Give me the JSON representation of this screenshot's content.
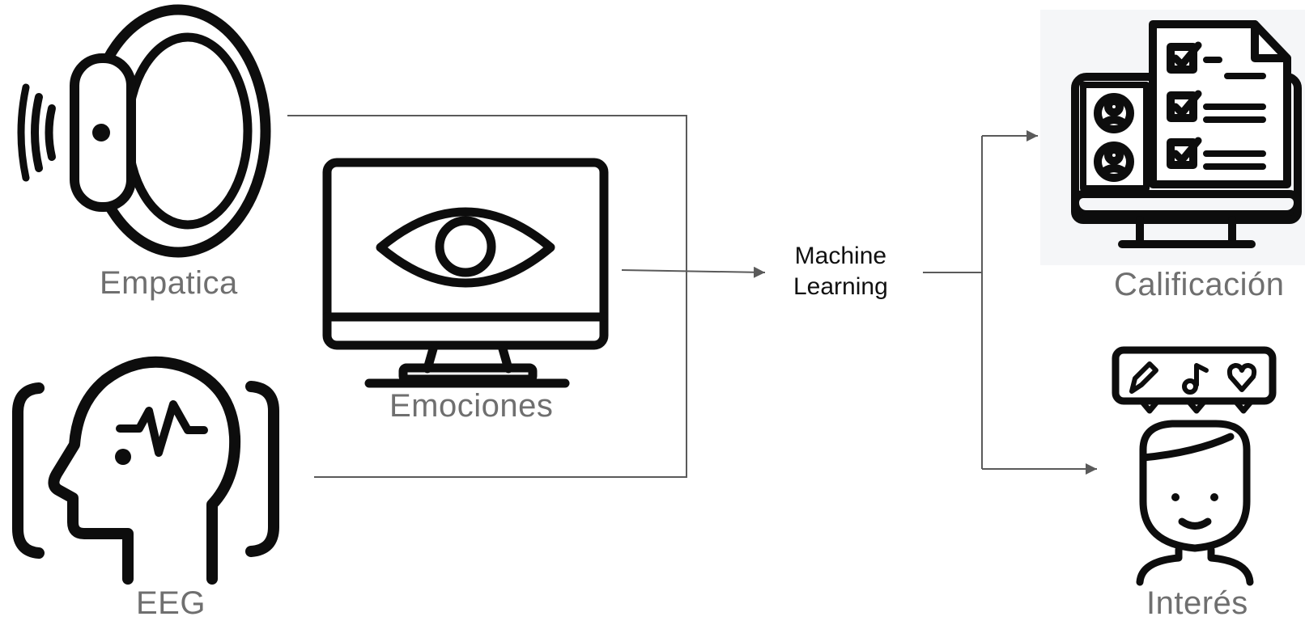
{
  "nodes": {
    "empatica": {
      "label": "Empatica",
      "icon": "smartwatch-icon"
    },
    "eeg": {
      "label": "EEG",
      "icon": "brain-head-icon"
    },
    "emociones": {
      "label": "Emociones",
      "icon": "monitor-eye-icon"
    },
    "machine_learning": {
      "line1": "Machine",
      "line2": "Learning"
    },
    "calificacion": {
      "label": "Calificación",
      "icon": "survey-monitor-icon"
    },
    "interes": {
      "label": "Interés",
      "icon": "person-interests-icon"
    }
  },
  "colors": {
    "line": "#5a5a5a",
    "icon": "#0d0d0d",
    "label": "#6f6f6f",
    "icon_bg": "#f5f6f8"
  }
}
